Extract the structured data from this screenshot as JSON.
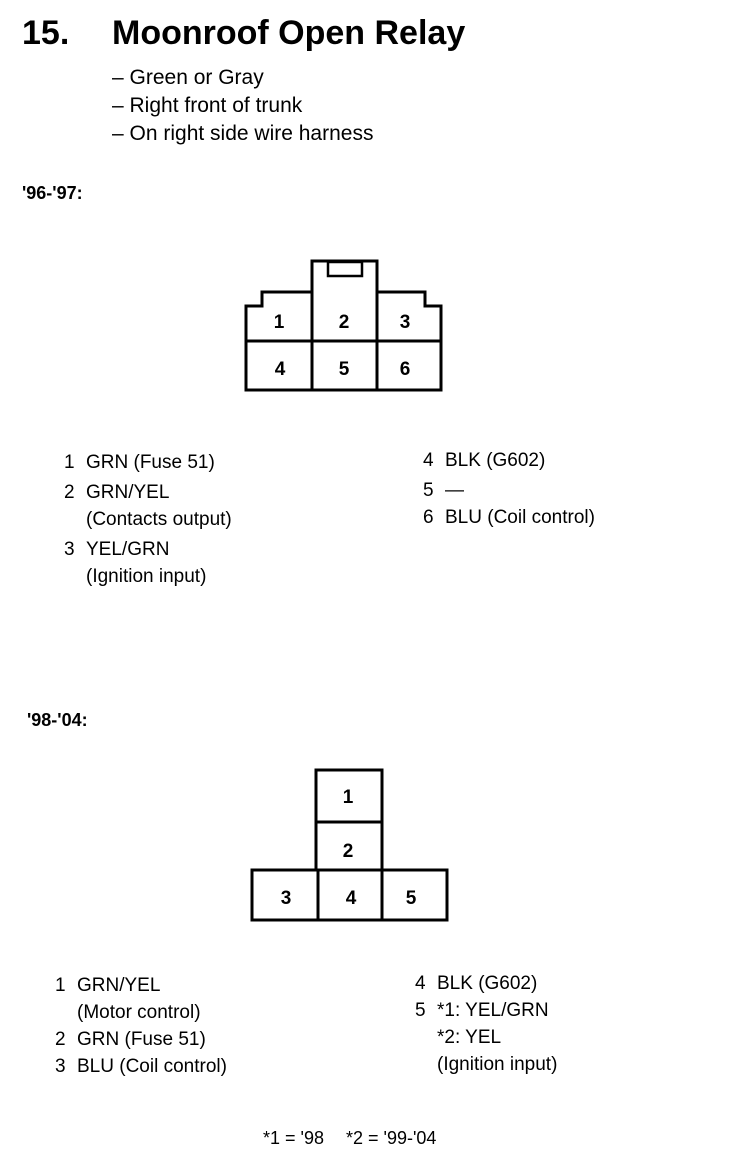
{
  "title": {
    "number": "15.",
    "text": "Moonroof Open Relay"
  },
  "details": [
    "– Green or Gray",
    "– Right front of trunk",
    "– On right side wire harness"
  ],
  "connector_a": {
    "label": "'96-'97:",
    "terminals": [
      "1",
      "2",
      "3",
      "4",
      "5",
      "6"
    ],
    "pins_left": [
      {
        "num": "1",
        "wire": "GRN (Fuse 51)",
        "note": ""
      },
      {
        "num": "2",
        "wire": "GRN/YEL",
        "note": "(Contacts output)"
      },
      {
        "num": "3",
        "wire": "YEL/GRN",
        "note": "(Ignition input)"
      }
    ],
    "pins_right": [
      {
        "num": "4",
        "wire": "BLK (G602)",
        "note": ""
      },
      {
        "num": "5",
        "wire": "—",
        "note": ""
      },
      {
        "num": "6",
        "wire": "BLU (Coil control)",
        "note": ""
      }
    ]
  },
  "connector_b": {
    "label": "'98-'04:",
    "terminals": [
      "1",
      "2",
      "3",
      "4",
      "5"
    ],
    "pins_left": [
      {
        "num": "1",
        "wire": "GRN/YEL",
        "note": "(Motor control)"
      },
      {
        "num": "2",
        "wire": "GRN (Fuse 51)",
        "note": ""
      },
      {
        "num": "3",
        "wire": "BLU (Coil control)",
        "note": ""
      }
    ],
    "pins_right": [
      {
        "num": "4",
        "wire": "BLK (G602)",
        "note": ""
      },
      {
        "num": "5",
        "wire": "*1: YEL/GRN",
        "note": "*2: YEL",
        "note2": "(Ignition input)"
      }
    ]
  },
  "footnotes": [
    "*1 = '98",
    "*2 = '99-'04"
  ]
}
